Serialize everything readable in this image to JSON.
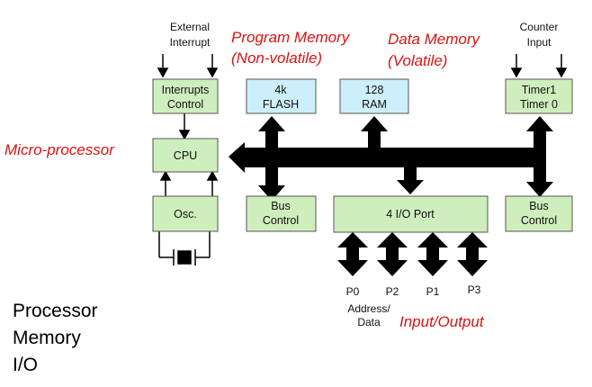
{
  "colors": {
    "block_green": "#cfeebe",
    "block_blue": "#cdeefb",
    "annotation_red": "#dd1111",
    "bus": "#000000"
  },
  "top_labels": {
    "external_interrupt": [
      "External",
      "Interrupt"
    ],
    "counter_input": [
      "Counter",
      "Input"
    ]
  },
  "annotations": {
    "program_memory": [
      "Program Memory",
      "(Non-volatile)"
    ],
    "data_memory": [
      "Data Memory",
      "(Volatile)"
    ],
    "microprocessor": "Micro-processor",
    "input_output": "Input/Output"
  },
  "blocks": {
    "interrupts": [
      "Interrupts",
      "Control"
    ],
    "flash": [
      "4k",
      "FLASH"
    ],
    "ram": [
      "128",
      "RAM"
    ],
    "timer": [
      "Timer1",
      "Timer 0"
    ],
    "cpu": "CPU",
    "osc": "Osc.",
    "bus_control_left": [
      "Bus",
      "Control"
    ],
    "io_port": "4 I/O Port",
    "bus_control_right": [
      "Bus",
      "Control"
    ]
  },
  "ports": [
    "P0",
    "P2",
    "P1",
    "P3"
  ],
  "address_data": [
    "Address/",
    "Data"
  ],
  "summary": [
    "Processor",
    "Memory",
    "I/O"
  ]
}
